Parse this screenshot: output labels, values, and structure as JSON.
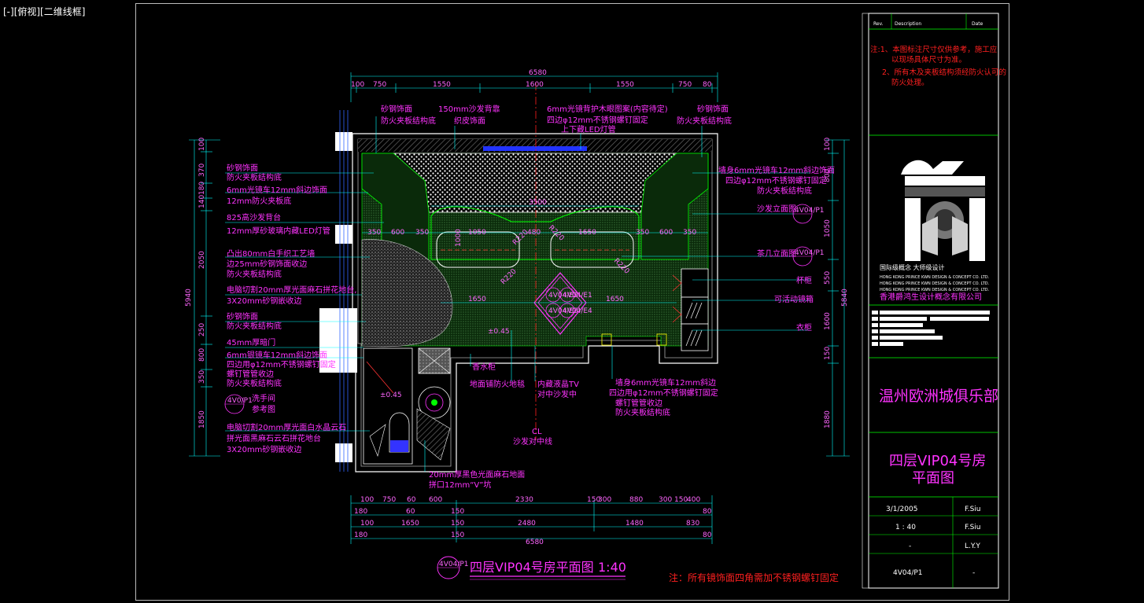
{
  "viewport": {
    "label": "[-][俯视][二维线框]"
  },
  "dims_top": {
    "overall": "6580",
    "segments": [
      "100",
      "750",
      "1550",
      "1600",
      "1550",
      "750",
      "80"
    ]
  },
  "dims_bottom": {
    "row1": [
      "100",
      "750",
      "60",
      "600",
      "2330",
      "150",
      "300",
      "880",
      "300",
      "150",
      "400"
    ],
    "row2": [
      "180",
      "60",
      "150",
      "80"
    ],
    "row3": [
      "100",
      "1650",
      "150",
      "2480",
      "1480",
      "830"
    ],
    "row4": [
      "180",
      "150",
      "80"
    ],
    "overall": "6580"
  },
  "dims_left": {
    "segments": [
      "100",
      "370",
      "180",
      "140",
      "2050",
      "250",
      "800",
      "350",
      "1850"
    ],
    "overall": "5940"
  },
  "dims_right": {
    "segments": [
      "100",
      "800",
      "1050",
      "550",
      "1600",
      "150",
      "1880"
    ],
    "overall": "5840"
  },
  "inner_dims": {
    "width_3500": "3500",
    "row": [
      "350",
      "600",
      "350",
      "1050",
      "480",
      "1650",
      "350",
      "600",
      "350"
    ],
    "mid": [
      "1650",
      "1650"
    ],
    "level_a": "±0.45",
    "level_b": "±0.45",
    "r_labels": [
      "R220",
      "R220",
      "R220",
      "R220"
    ],
    "dim_1000": "1000"
  },
  "callouts_left": [
    {
      "lines": [
        "砂钢饰面",
        "防火夹板结构底"
      ]
    },
    {
      "lines": [
        "6mm光镜车12mm斜边饰面",
        "12mm防火夹板底"
      ]
    },
    {
      "lines": [
        "825高沙发背台",
        "12mm厚砂玻璃内藏LED灯管"
      ]
    },
    {
      "lines": [
        "凸出80mm白手织工艺墙",
        "边25mm砂钢饰面收边",
        "防火夹板结构底"
      ]
    },
    {
      "lines": [
        "电脑切割20mm厚光面麻石拼花地台,",
        "3X20mm砂钢嵌收边"
      ]
    },
    {
      "lines": [
        "砂钢饰面",
        "防火夹板结构底"
      ]
    },
    {
      "lines": [
        "45mm厚暗门"
      ]
    },
    {
      "lines": [
        "6mm银镜车12mm斜边饰面",
        "四边用φ12mm不锈钢螺钉固定",
        "螺钉管管收边",
        "防火夹板结构底"
      ]
    },
    {
      "lines": [
        "洗手间",
        "参考图"
      ]
    },
    {
      "lines": [
        "电脑切割20mm厚光面白水晶云石",
        "拼光面黑麻石云石拼花地台",
        "3X20mm砂钢嵌收边"
      ]
    }
  ],
  "callouts_top": [
    {
      "lines": [
        "砂钢饰面",
        "防火夹板结构底"
      ]
    },
    {
      "lines": [
        "150mm沙发背靠",
        "织皮饰面"
      ]
    },
    {
      "lines": [
        "6mm光镜背护木眼图案(内容待定)",
        "四边φ12mm不锈钢螺钉固定",
        "上下藏LED灯管"
      ]
    },
    {
      "lines": [
        "砂钢饰面",
        "防火夹板结构底"
      ]
    }
  ],
  "callouts_right": [
    {
      "lines": [
        "墙身6mm光镜车12mm斜边饰面",
        "四边φ12mm不锈钢螺钉固定",
        "防火夹板结构底"
      ]
    },
    {
      "lines": [
        "沙发立面图"
      ]
    },
    {
      "lines": [
        "茶几立面图"
      ]
    },
    {
      "lines": [
        "杯柜"
      ]
    },
    {
      "lines": [
        "可活动镜箱"
      ]
    },
    {
      "lines": [
        "衣柜"
      ]
    }
  ],
  "callouts_bottom": [
    {
      "lines": [
        "香水柜"
      ]
    },
    {
      "lines": [
        "地面铺防火地毯"
      ]
    },
    {
      "lines": [
        "内藏液晶TV",
        "对中沙发中"
      ]
    },
    {
      "lines": [
        "墙身6mm光镜车12mm斜边",
        "四边用φ12mm不锈钢螺钉固定",
        "螺钉管管收边",
        "防火夹板结构底"
      ]
    },
    {
      "lines": [
        "CL",
        "沙发对中线"
      ]
    },
    {
      "lines": [
        "20mm厚黑色光面麻石地面",
        "拼口12mm“V”坑"
      ]
    }
  ],
  "tags": {
    "sofa": "4V04/P1",
    "table": "4V04/P1",
    "washroom": "4V0/P1",
    "title_tag": "4V04/P1",
    "center_tags": [
      "4V04/E2",
      "4V04/E1",
      "4V04/E3",
      "4V04/E4"
    ]
  },
  "drawing_title": {
    "text": "四层VIP04号房平面图",
    "scale": "1:40"
  },
  "note_bottom": "注：所有镜饰面四角需加不锈钢螺钉固定",
  "title_block": {
    "header": {
      "rev": "Rev.",
      "description": "Description",
      "date": "Date"
    },
    "notes": [
      "注:1、本图标注尺寸仅供参考，施工应",
      "以现场具体尺寸为准。",
      "2、所有木及夹板结构须经防火认可的",
      "防火处理。"
    ],
    "logo_caption": "国际级概念   大师级设计",
    "company_lines": [
      "HONG KONG PRINCE KWN DESIGN & CONCEPT CO. LTD.",
      "HONG KONG PRINCE KWN DESIGN & CONCEPT CO. LTD.",
      "HONG KONG PRINCE KWN DESIGN & CONCEPT CO. LTD."
    ],
    "company_name": "香港爵鸿生设计概念有限公司",
    "project": "温州欧洲城俱乐部",
    "sheet_title_1": "四层VIP04号房",
    "sheet_title_2": "平面图",
    "date": "3/1/2005",
    "designer": "F.Siu",
    "scale": "1 : 40",
    "checker": "F.Siu",
    "dash": "-",
    "approver": "L.Y.Y",
    "drawing_no": "4V04/P1",
    "revision": "-"
  },
  "colors": {
    "magenta": "#ff33ff",
    "cyan": "#00ffff",
    "green": "#00ff00",
    "white": "#ffffff",
    "red": "#ff2020",
    "yellow": "#ffff00",
    "blue": "#3333ff",
    "background": "#000000"
  }
}
